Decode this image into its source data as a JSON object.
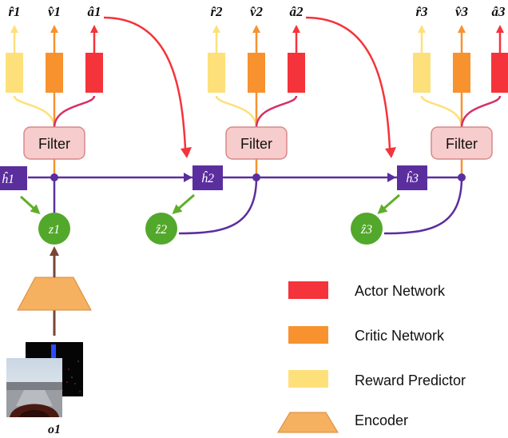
{
  "colors": {
    "actor": "#f5333a",
    "critic": "#f7922f",
    "reward": "#fde07a",
    "encoder": "#f5b060",
    "filter_fill": "#f7cccc",
    "filter_stroke": "#d98888",
    "state": "#5b2e9e",
    "latent": "#52a82a",
    "latent_arrow": "#5fae2a",
    "obs_arrow": "#7a4535"
  },
  "blocks": [
    {
      "filter": "Filter",
      "outputs": {
        "reward": "r̂1",
        "value": "v̂1",
        "action": "â1"
      },
      "state": "ĥ1",
      "latent": "z1"
    },
    {
      "filter": "Filter",
      "outputs": {
        "reward": "r̂2",
        "value": "v̂2",
        "action": "â2"
      },
      "state": "ĥ2",
      "latent": "ẑ2"
    },
    {
      "filter": "Filter",
      "outputs": {
        "reward": "r̂3",
        "value": "v̂3",
        "action": "â3"
      },
      "state": "ĥ3",
      "latent": "ẑ3"
    }
  ],
  "observation": {
    "label": "o1"
  },
  "legend": [
    {
      "label": "Actor Network",
      "icon": "red-bar"
    },
    {
      "label": "Critic Network",
      "icon": "orange-bar"
    },
    {
      "label": "Reward Predictor",
      "icon": "yellow-bar"
    },
    {
      "label": "Encoder",
      "icon": "trapezoid"
    }
  ]
}
